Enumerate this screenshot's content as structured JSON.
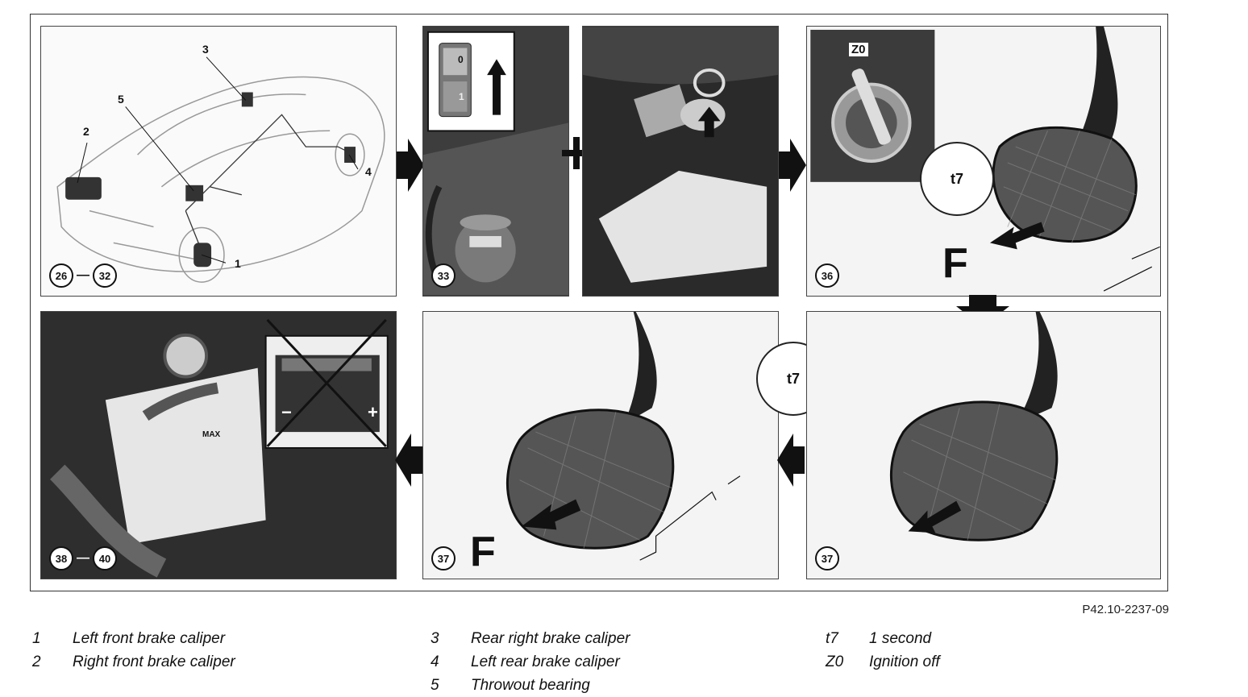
{
  "figure_ref": "P42.10-2237-09",
  "panels": {
    "p1": {
      "step_start": "26",
      "step_end": "32",
      "callouts": [
        "1",
        "2",
        "3",
        "4",
        "5"
      ]
    },
    "p2": {
      "step": "33",
      "switch_labels": [
        "0",
        "1"
      ]
    },
    "p3": {
      "step": "36",
      "ignition_label": "Z0",
      "timer_label": "t7",
      "force_label": "F"
    },
    "p4": {
      "step_start": "38",
      "step_end": "40",
      "battery_minus": "−",
      "battery_plus": "+",
      "reservoir_mark": "MAX"
    },
    "p5": {
      "step": "37",
      "force_label": "F",
      "timer_label": "t7"
    },
    "p6": {
      "step": "37"
    }
  },
  "legend": [
    [
      {
        "key": "1",
        "text": "Left front brake caliper"
      },
      {
        "key": "2",
        "text": "Right front brake caliper"
      }
    ],
    [
      {
        "key": "3",
        "text": "Rear right brake caliper"
      },
      {
        "key": "4",
        "text": "Left rear brake caliper"
      },
      {
        "key": "5",
        "text": "Throwout bearing"
      }
    ],
    [
      {
        "key": "t7",
        "text": "1 second"
      },
      {
        "key": "Z0",
        "text": "Ignition off"
      }
    ]
  ]
}
